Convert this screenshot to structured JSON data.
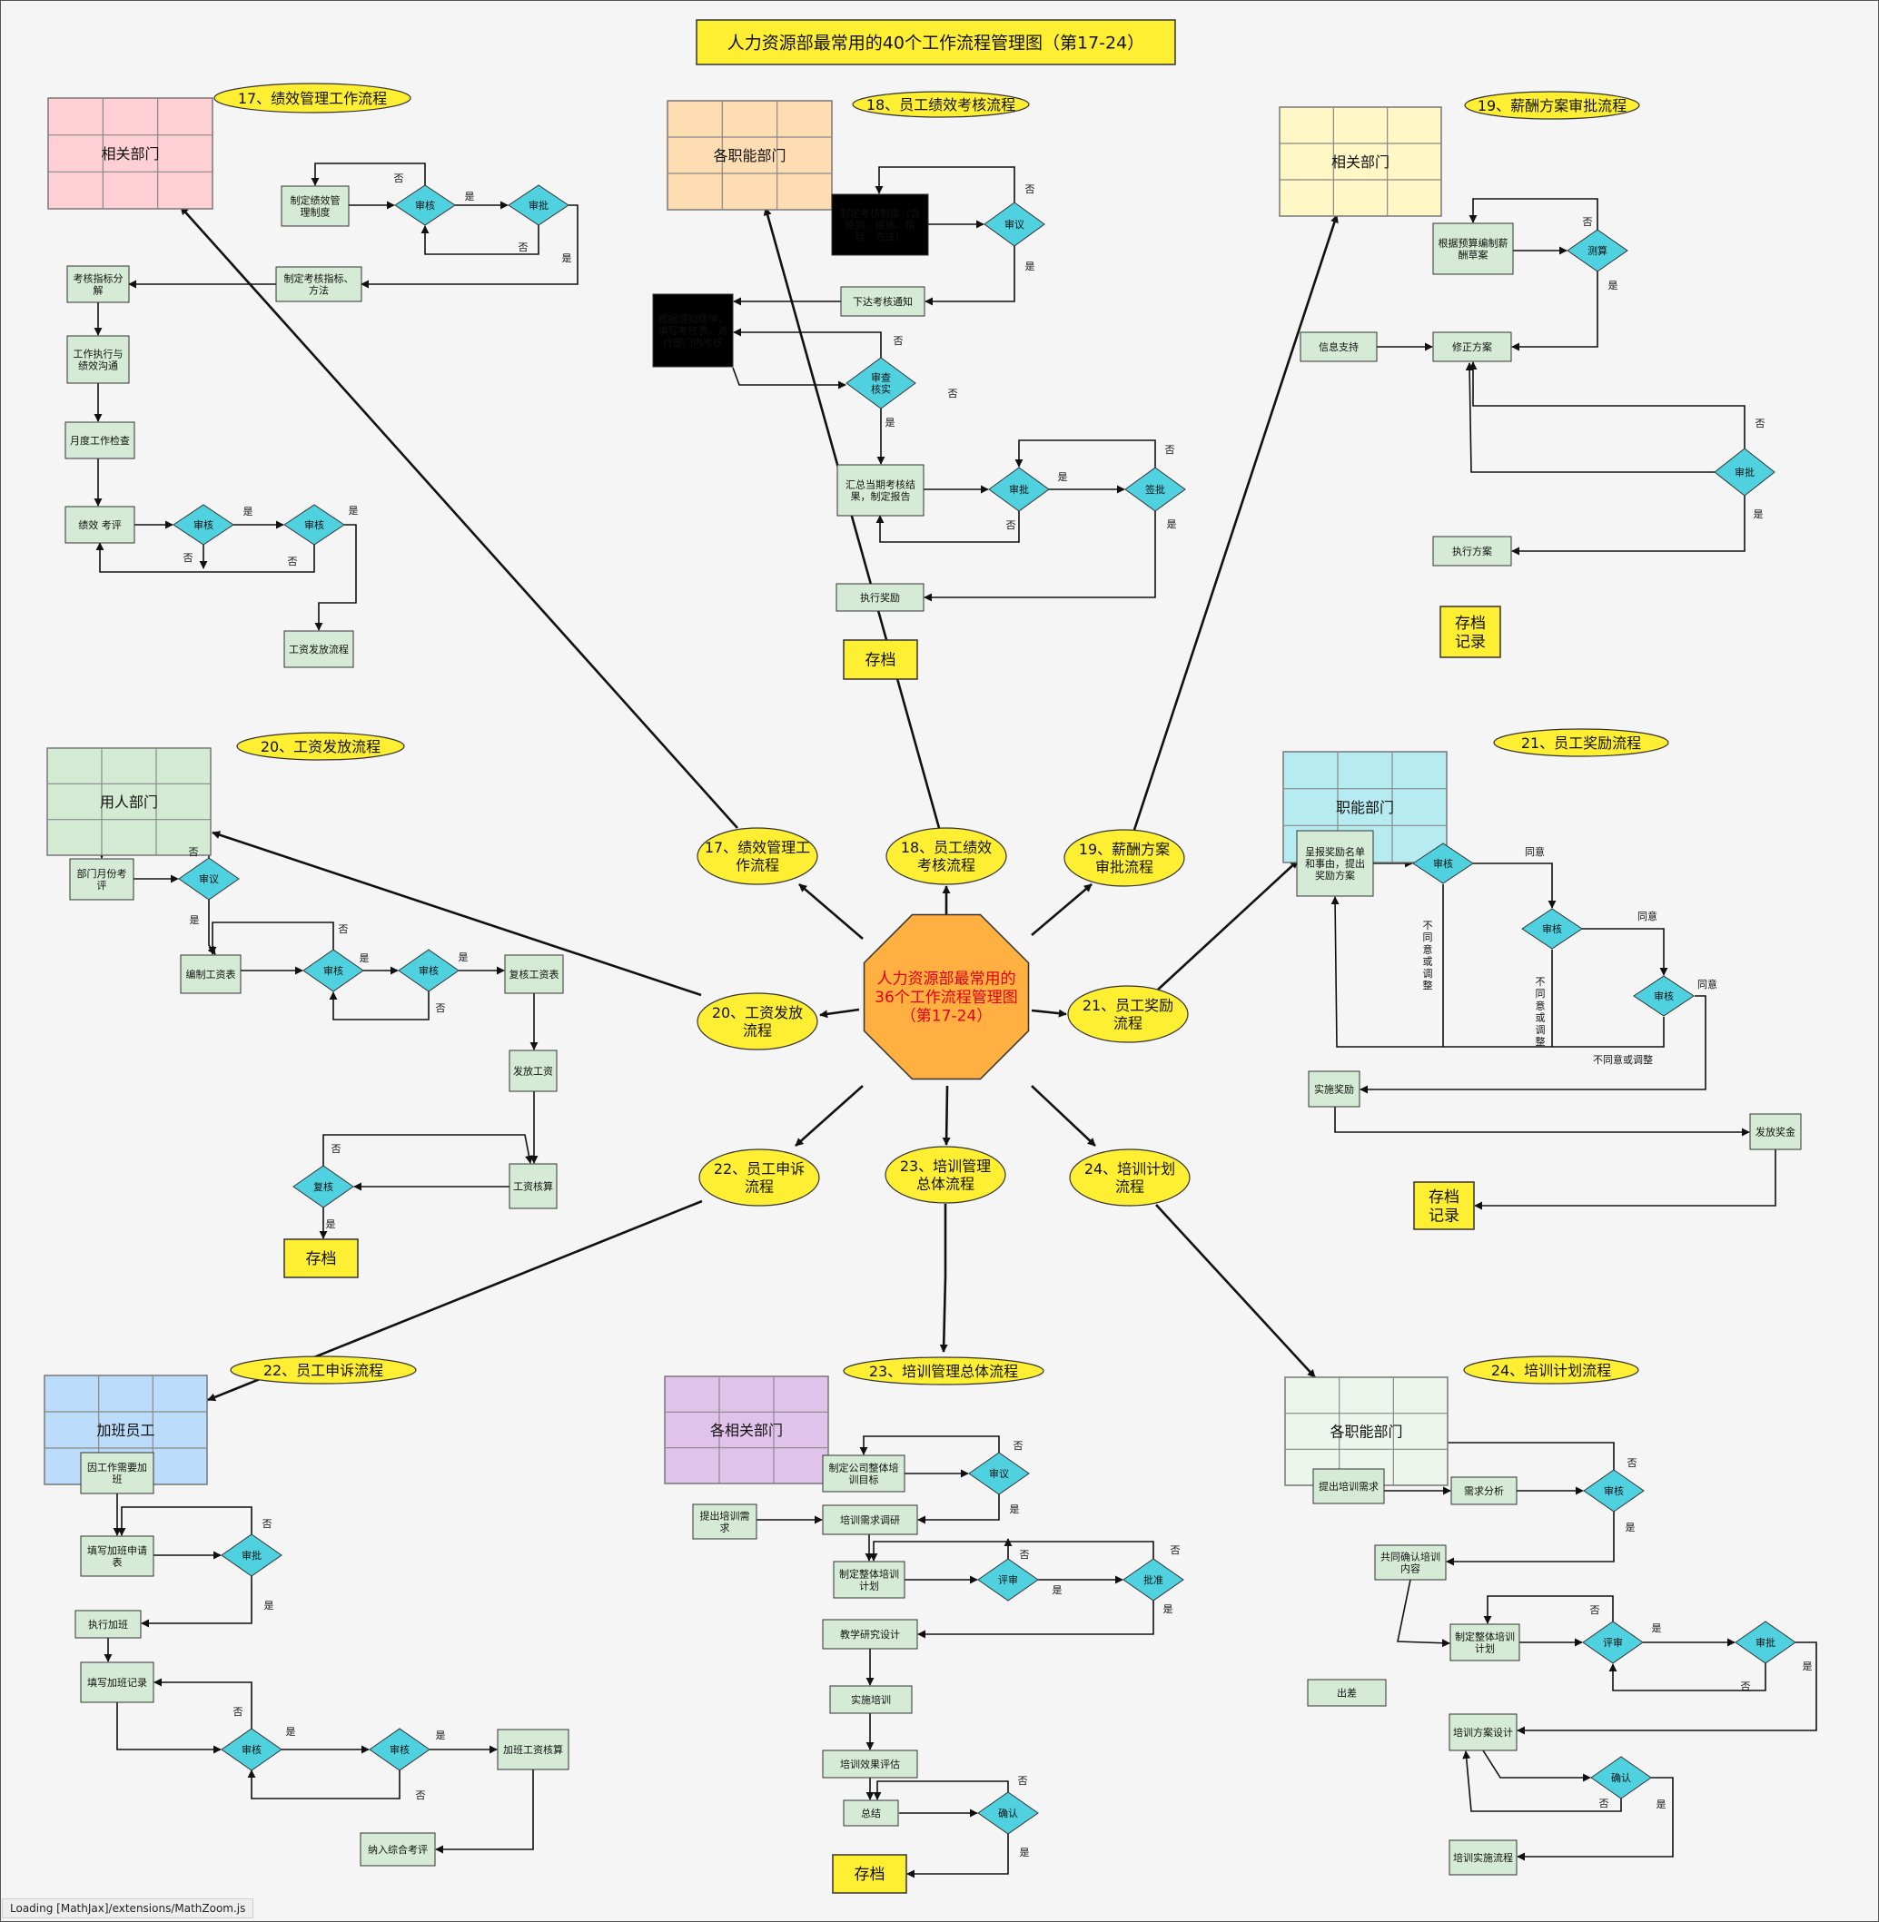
{
  "title": "人力资源部最常用的40个工作流程管理图（第17-24）",
  "center_label": [
    "人力资源部最常用的",
    "36个工作流程管理图",
    "（第17-24）"
  ],
  "status_text": "Loading [MathJax]/extensions/MathZoom.js",
  "colors": {
    "background": "#f5f5f5",
    "yellow": "#ffef33",
    "box": "#d5ebd5",
    "diamond": "#4fd1e0",
    "octagon": "#ffb040",
    "center_text": "#e0001b",
    "grid_pink": "#ffcfd6",
    "grid_orange": "#ffddb3",
    "grid_cream": "#fff8c6",
    "grid_green": "#d3ebd3",
    "grid_cyan": "#b6ecf1",
    "grid_blue": "#bbdcfa",
    "grid_purple": "#e0c2eb",
    "grid_pale": "#ecf6ec"
  },
  "hubs": [
    [
      "17、绩效管理工",
      "作流程"
    ],
    [
      "18、员工绩效",
      "考核流程"
    ],
    [
      "19、薪酬方案",
      "审批流程"
    ],
    [
      "20、工资发放",
      "流程"
    ],
    [
      "21、员工奖励",
      "流程"
    ],
    [
      "22、员工申诉",
      "流程"
    ],
    [
      "23、培训管理",
      "总体流程"
    ],
    [
      "24、培训计划",
      "流程"
    ]
  ],
  "flows": [
    {
      "tag": "17、绩效管理工作流程",
      "dept": "相关部门",
      "boxes": [
        [
          "制定绩效管",
          "理制度"
        ],
        [
          "制定考核指标、",
          "方法"
        ],
        [
          "考核指标分",
          "解"
        ],
        [
          "工作执行与",
          "绩效沟通"
        ],
        [
          "月度工作检查"
        ],
        [
          "绩效 考评"
        ],
        [
          "工资发放流程"
        ]
      ],
      "diamonds": [
        "审核",
        "审批",
        "审核",
        "审核"
      ],
      "labels": [
        "否",
        "是",
        "否",
        "是",
        "是",
        "是",
        "否",
        "否"
      ]
    },
    {
      "tag": "18、员工绩效考核流程",
      "dept": "各职能部门",
      "boxes": [
        [
          "制定考核制度（含",
          "原则、措施、指",
          "标、方法）"
        ],
        [
          "下达考核通知"
        ],
        [
          "根据通知精神，",
          "填写考核表，进",
          "行部门内考核"
        ],
        [
          "汇总当期考核结",
          "果，制定报告"
        ],
        [
          "执行奖励"
        ],
        [
          "存档"
        ]
      ],
      "diamonds": [
        "审议",
        "审查\n核实",
        "审批",
        "签批"
      ],
      "labels": [
        "否",
        "是",
        "否",
        "否",
        "是",
        "是",
        "否",
        "否",
        "是"
      ]
    },
    {
      "tag": "19、薪酬方案审批流程",
      "dept": "相关部门",
      "boxes": [
        [
          "根据预算编制薪",
          "酬草案"
        ],
        [
          "信息支持"
        ],
        [
          "修正方案"
        ],
        [
          "执行方案"
        ],
        [
          "存档",
          "记录"
        ]
      ],
      "diamonds": [
        "测算",
        "审批"
      ],
      "labels": [
        "否",
        "是",
        "否",
        "是"
      ]
    },
    {
      "tag": "20、工资发放流程",
      "dept": "用人部门",
      "boxes": [
        [
          "部门月份考",
          "评"
        ],
        [
          "编制工资表"
        ],
        [
          "复核工资表"
        ],
        [
          "发放工资"
        ],
        [
          "工资核算"
        ],
        [
          "存档"
        ]
      ],
      "diamonds": [
        "审议",
        "审核",
        "审核",
        "复核"
      ],
      "labels": [
        "否",
        "是",
        "否",
        "是",
        "是",
        "否",
        "否",
        "是"
      ]
    },
    {
      "tag": "21、员工奖励流程",
      "dept": "职能部门",
      "boxes": [
        [
          "呈报奖励名单",
          "和事由，提出",
          "奖励方案"
        ],
        [
          "实施奖励"
        ],
        [
          "发放奖金"
        ],
        [
          "存档",
          "记录"
        ]
      ],
      "diamonds": [
        "审核",
        "审核",
        "审核"
      ],
      "labels": [
        "同意",
        "同意",
        "同意",
        "不同意或调整",
        "不\n同\n意\n或\n调\n整",
        "不\n同\n意\n或\n调\n整"
      ]
    },
    {
      "tag": "22、员工申诉流程",
      "dept": "加班员工",
      "boxes": [
        [
          "因工作需要加",
          "班"
        ],
        [
          "填写加班申请",
          "表"
        ],
        [
          "执行加班"
        ],
        [
          "填写加班记录"
        ],
        [
          "加班工资核算"
        ],
        [
          "纳入综合考评"
        ]
      ],
      "diamonds": [
        "审批",
        "审核",
        "审核"
      ],
      "labels": [
        "否",
        "是",
        "否",
        "是",
        "是",
        "否"
      ]
    },
    {
      "tag": "23、培训管理总体流程",
      "dept": "各相关部门",
      "boxes": [
        [
          "制定公司整体培",
          "训目标"
        ],
        [
          "提出培训需",
          "求"
        ],
        [
          "培训需求调研"
        ],
        [
          "制定整体培训",
          "计划"
        ],
        [
          "教学研究设计"
        ],
        [
          "实施培训"
        ],
        [
          "培训效果评估"
        ],
        [
          "总结"
        ],
        [
          "存档"
        ]
      ],
      "diamonds": [
        "审议",
        "评审",
        "批准",
        "确认"
      ],
      "labels": [
        "否",
        "是",
        "否",
        "是",
        "否",
        "是",
        "否",
        "是"
      ]
    },
    {
      "tag": "24、培训计划流程",
      "dept": "各职能部门",
      "boxes": [
        [
          "提出培训需求"
        ],
        [
          "需求分析"
        ],
        [
          "共同确认培训",
          "内容"
        ],
        [
          "制定整体培训",
          "计划"
        ],
        [
          "出差"
        ],
        [
          "培训方案设计"
        ],
        [
          "培训实施流程"
        ]
      ],
      "diamonds": [
        "审核",
        "评审",
        "审批",
        "确认"
      ],
      "labels": [
        "否",
        "是",
        "否",
        "是",
        "是",
        "否",
        "否",
        "是"
      ]
    }
  ]
}
